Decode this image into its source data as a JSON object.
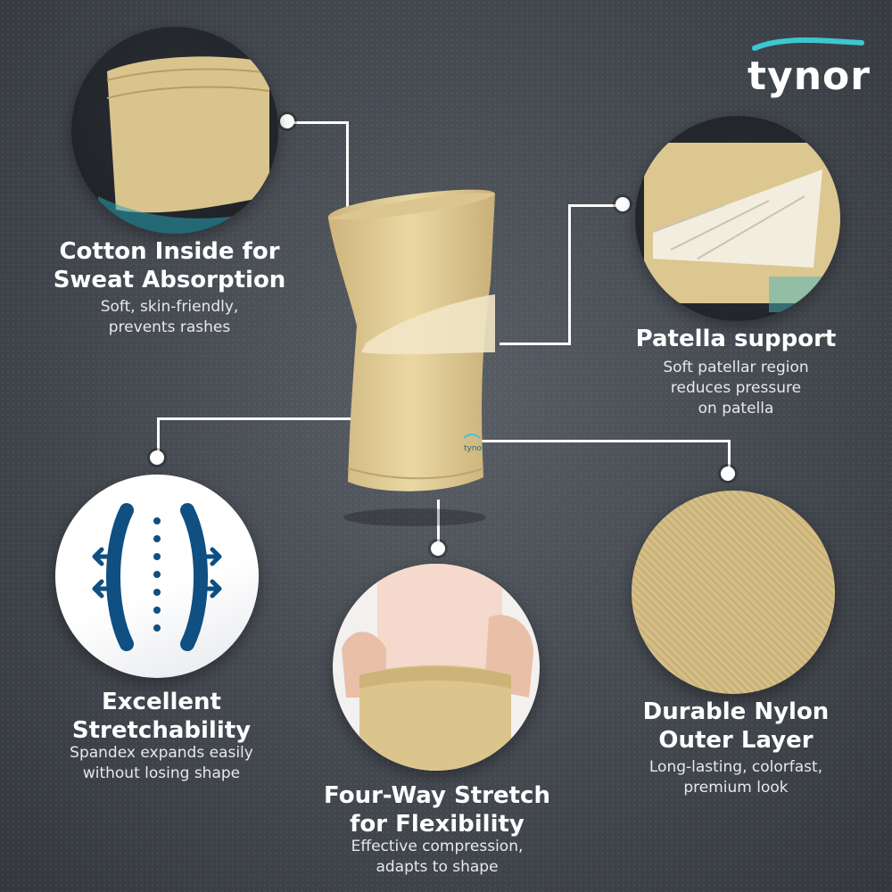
{
  "brand": {
    "logo_text": "tynor",
    "accent_color": "#3cc8d0"
  },
  "features": {
    "cotton": {
      "title_line1": "Cotton Inside for",
      "title_line2": "Sweat Absorption",
      "desc_line1": "Soft, skin-friendly,",
      "desc_line2": "prevents rashes"
    },
    "patella": {
      "title_line1": "Patella support",
      "desc_line1": "Soft patellar region",
      "desc_line2": "reduces pressure",
      "desc_line3": "on patella"
    },
    "stretch": {
      "title_line1": "Excellent",
      "title_line2": "Stretchability",
      "desc_line1": "Spandex expands easily",
      "desc_line2": "without losing shape"
    },
    "fourway": {
      "title_line1": "Four-Way Stretch",
      "title_line2": "for Flexibility",
      "desc_line1": "Effective compression,",
      "desc_line2": "adapts to shape"
    },
    "nylon": {
      "title_line1": "Durable Nylon",
      "title_line2": "Outer Layer",
      "desc_line1": "Long-lasting, colorfast,",
      "desc_line2": "premium look"
    }
  },
  "colors": {
    "fabric": "#e3cf9a",
    "icon_blue": "#0f4f82",
    "background": "#474c53"
  }
}
